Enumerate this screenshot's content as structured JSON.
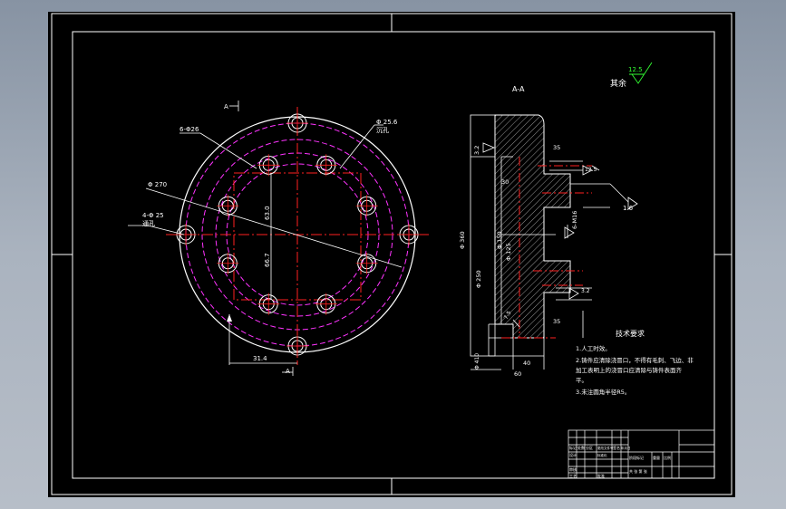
{
  "drawing": {
    "section_title": "A-A",
    "view_marker": "A",
    "roughness_label": "其余",
    "roughness_value": "12.5",
    "front_view": {
      "hole_label_top": "6-Φ26",
      "hole_label_right": "Φ 25.6\n沉孔",
      "outer_dia_label": "Φ 270",
      "bottom_hole_label": "4-Φ 25\n通孔",
      "dim_vertical_1": "63.0",
      "dim_vertical_2": "66.7",
      "dim_bottom": "31.4"
    },
    "section_view": {
      "dim_top_left": "3.2",
      "dim_top_right": "35",
      "dim_left_upper": "30",
      "dim_left_total": "Φ 360",
      "dim_mid": "Φ 150",
      "dim_mid2": "Φ 125",
      "dim_low": "Φ 250",
      "dim_bottom_left": "Φ 410",
      "dim_bottom_1": "40",
      "dim_bottom_2": "60",
      "dim_bottom_right": "35",
      "dim_right_1": "12.5",
      "dim_right_2": "1.6",
      "dim_right_3": "6-M16",
      "dim_right_4": "3.2",
      "dim_rough_small": "7.5"
    },
    "tech_req": {
      "title": "技术要求",
      "items": [
        "1.人工时效。",
        "2.铸件应清除浇冒口，不得有毛刺、飞边、非",
        "加工表明上的浇冒口应清除与铸件表面齐",
        "平。",
        "3.未注圆角半径R5。"
      ]
    },
    "title_block": {
      "cells": [
        "标记",
        "处数",
        "分区",
        "更改文件号",
        "签名",
        "年月日",
        "设计",
        "标准化",
        "阶段标记",
        "重量",
        "比例",
        "审核",
        "工艺",
        "批准",
        "共 张 第 张"
      ]
    }
  }
}
